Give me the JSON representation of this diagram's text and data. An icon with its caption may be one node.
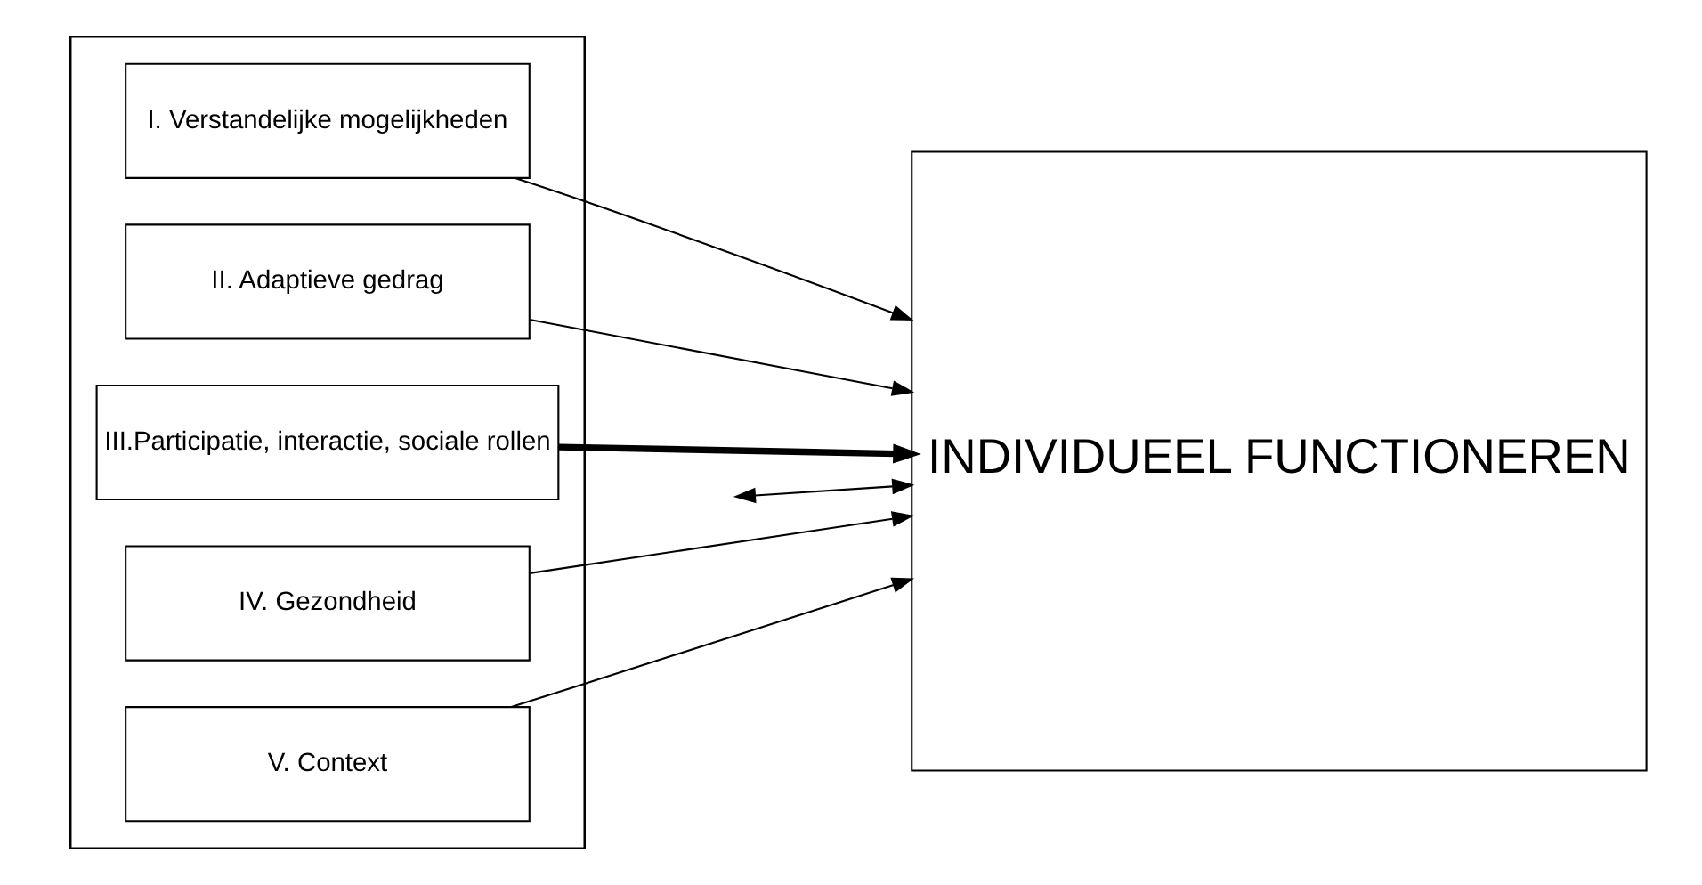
{
  "diagram": {
    "nodes": [
      {
        "text": [],
        "shape": "box"
      },
      {
        "text": [
          "I. Verstandelijke mogelijkheden"
        ],
        "in": 0
      },
      {
        "text": [
          "II. Adaptieve gedrag"
        ],
        "in": 0
      },
      {
        "text": [
          "III.Participatie, interactie, sociale rollen"
        ],
        "in": 0
      },
      {
        "text": [
          "IV. Gezondheid"
        ],
        "in": 0
      },
      {
        "text": [
          "V. Context"
        ],
        "in": 0
      },
      {
        "text": [
          "INDIVIDUEEL FUNCTIONEREN"
        ]
      }
    ],
    "edges": [
      {
        "from": 1,
        "to": 6,
        "arrow": "to"
      },
      {
        "from": 2,
        "to": 6,
        "arrow": "to"
      },
      {
        "from": null,
        "to": 6,
        "arrow": "both"
      },
      {
        "from": 3,
        "to": 6,
        "arrow": "to",
        "style": "thick"
      },
      {
        "from": 4,
        "to": 6,
        "arrow": "to"
      },
      {
        "from": 5,
        "to": 6,
        "arrow": "to"
      }
    ]
  }
}
